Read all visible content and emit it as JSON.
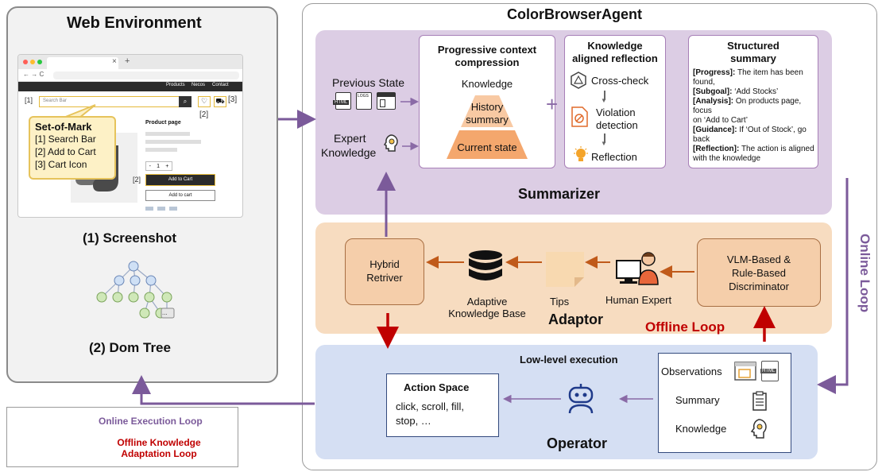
{
  "web_env": {
    "title": "Web Environment",
    "screenshot_label": "(1) Screenshot",
    "dom_tree_label": "(2) Dom Tree",
    "browser": {
      "tab_close": "×",
      "tab_add": "+",
      "nav_controls": "← → C",
      "nav_links": [
        "Products",
        "Necos",
        "Contact"
      ],
      "search_placeholder": "Search Bar",
      "product_page": "Product page",
      "qty": [
        "-",
        "1",
        "+"
      ],
      "add_to_cart_dark": "Add to Cart",
      "add_to_cart_light": "Add to cart",
      "mark1": "[1]",
      "mark2": "[2]",
      "mark3": "[3]",
      "mark2b": "[2]",
      "tree_more": "..."
    },
    "set_of_mark": {
      "title": "Set-of-Mark",
      "items": [
        "[1] Search Bar",
        "[2] Add to Cart",
        "[3] Cart Icon"
      ]
    }
  },
  "agent": {
    "title": "ColorBrowserAgent",
    "summarizer": {
      "label": "Summarizer",
      "previous_state": "Previous State",
      "expert_knowledge": [
        "Expert",
        "Knowledge"
      ],
      "doc_icon_text": [
        "HTML",
        "LOGS"
      ],
      "compression": {
        "title": [
          "Progressive context",
          "compression"
        ],
        "knowledge": "Knowledge",
        "history": [
          "History",
          "summary"
        ],
        "current": "Current state"
      },
      "plus": "+",
      "reflection": {
        "title": [
          "Knowledge",
          "aligned reflection"
        ],
        "cross_check": "Cross-check",
        "violation": [
          "Violation",
          "detection"
        ],
        "reflect": "Reflection"
      },
      "structured_summary": {
        "title": [
          "Structured",
          "summary"
        ],
        "lines": [
          {
            "key": "[Progress]:",
            "text": " The item has been found,"
          },
          {
            "key": "[Subgoal]:",
            "text": " ‘Add Stocks’"
          },
          {
            "key": "[Analysis]:",
            "text": " On products page, focus"
          },
          {
            "key": "",
            "text": "on ‘Add to Cart’"
          },
          {
            "key": "[Guidance]:",
            "text": " If ‘Out of Stock’, go back"
          },
          {
            "key": "[Reflection]:",
            "text": " The action is aligned"
          },
          {
            "key": "",
            "text": "with the knowledge"
          }
        ]
      }
    },
    "adaptor": {
      "label": "Adaptor",
      "hybrid": [
        "Hybrid",
        "Retriver"
      ],
      "kb": [
        "Adaptive",
        "Knowledge Base"
      ],
      "tips": "Tips",
      "human": "Human Expert",
      "discriminator": [
        "VLM-Based &",
        "Rule-Based",
        "Discriminator"
      ]
    },
    "operator": {
      "label": "Operator",
      "low_level": "Low-level execution",
      "action_space": {
        "title": "Action Space",
        "items": [
          "click, scroll, fill,",
          "stop, …"
        ]
      },
      "observations": "Observations",
      "summary": "Summary",
      "knowledge": "Knowledge",
      "html_tag": "HTML"
    },
    "offline_loop": "Offline Loop",
    "online_loop": "Online Loop"
  },
  "legend": {
    "online": "Online Execution Loop",
    "offline": [
      "Offline  Knowledge",
      "Adaptation Loop"
    ]
  },
  "colors": {
    "online_arrow": "#7b5a9a",
    "offline_arrow": "#c00000",
    "internal_arrow": "#c05a1a",
    "summarizer_bg": "#dccde4",
    "adaptor_bg": "#f7dcc0",
    "operator_bg": "#d5dff3"
  }
}
